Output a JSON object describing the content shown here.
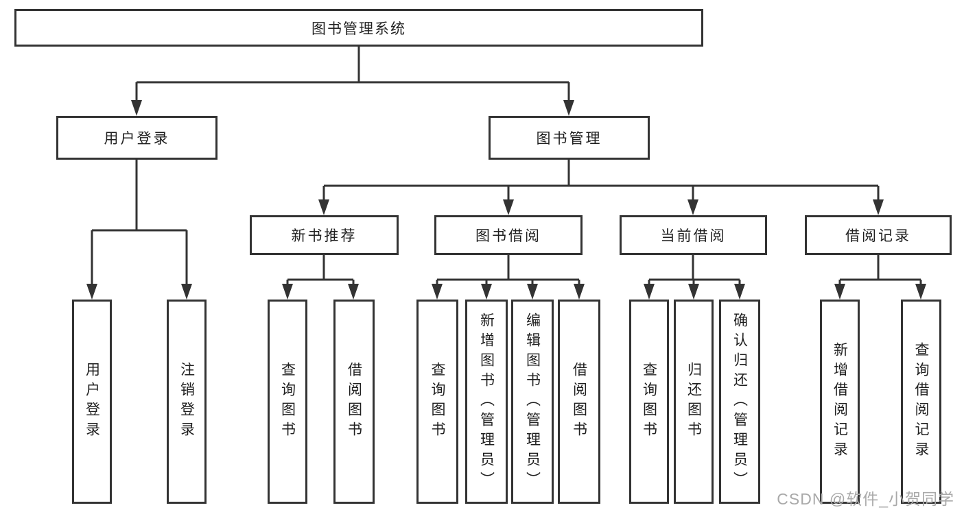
{
  "diagram": {
    "root": {
      "label": "图书管理系统"
    },
    "level2": [
      {
        "label": "用户登录"
      },
      {
        "label": "图书管理"
      }
    ],
    "level3": [
      {
        "label": "新书推荐"
      },
      {
        "label": "图书借阅"
      },
      {
        "label": "当前借阅"
      },
      {
        "label": "借阅记录"
      }
    ],
    "leaves": [
      {
        "label": "用户登录"
      },
      {
        "label": "注销登录"
      },
      {
        "label": "查询图书"
      },
      {
        "label": "借阅图书"
      },
      {
        "label": "查询图书"
      },
      {
        "label": "新增图书（管理员）"
      },
      {
        "label": "编辑图书（管理员）"
      },
      {
        "label": "借阅图书"
      },
      {
        "label": "查询图书"
      },
      {
        "label": "归还图书"
      },
      {
        "label": "确认归还（管理员）"
      },
      {
        "label": "新增借阅记录"
      },
      {
        "label": "查询借阅记录"
      }
    ]
  },
  "watermark": {
    "text": "CSDN @软件_小贺同学"
  },
  "colors": {
    "line": "#333333",
    "box_border": "#333333",
    "box_fill": "#ffffff",
    "text": "#1f1f1f",
    "watermark": "#a9a9a9"
  }
}
